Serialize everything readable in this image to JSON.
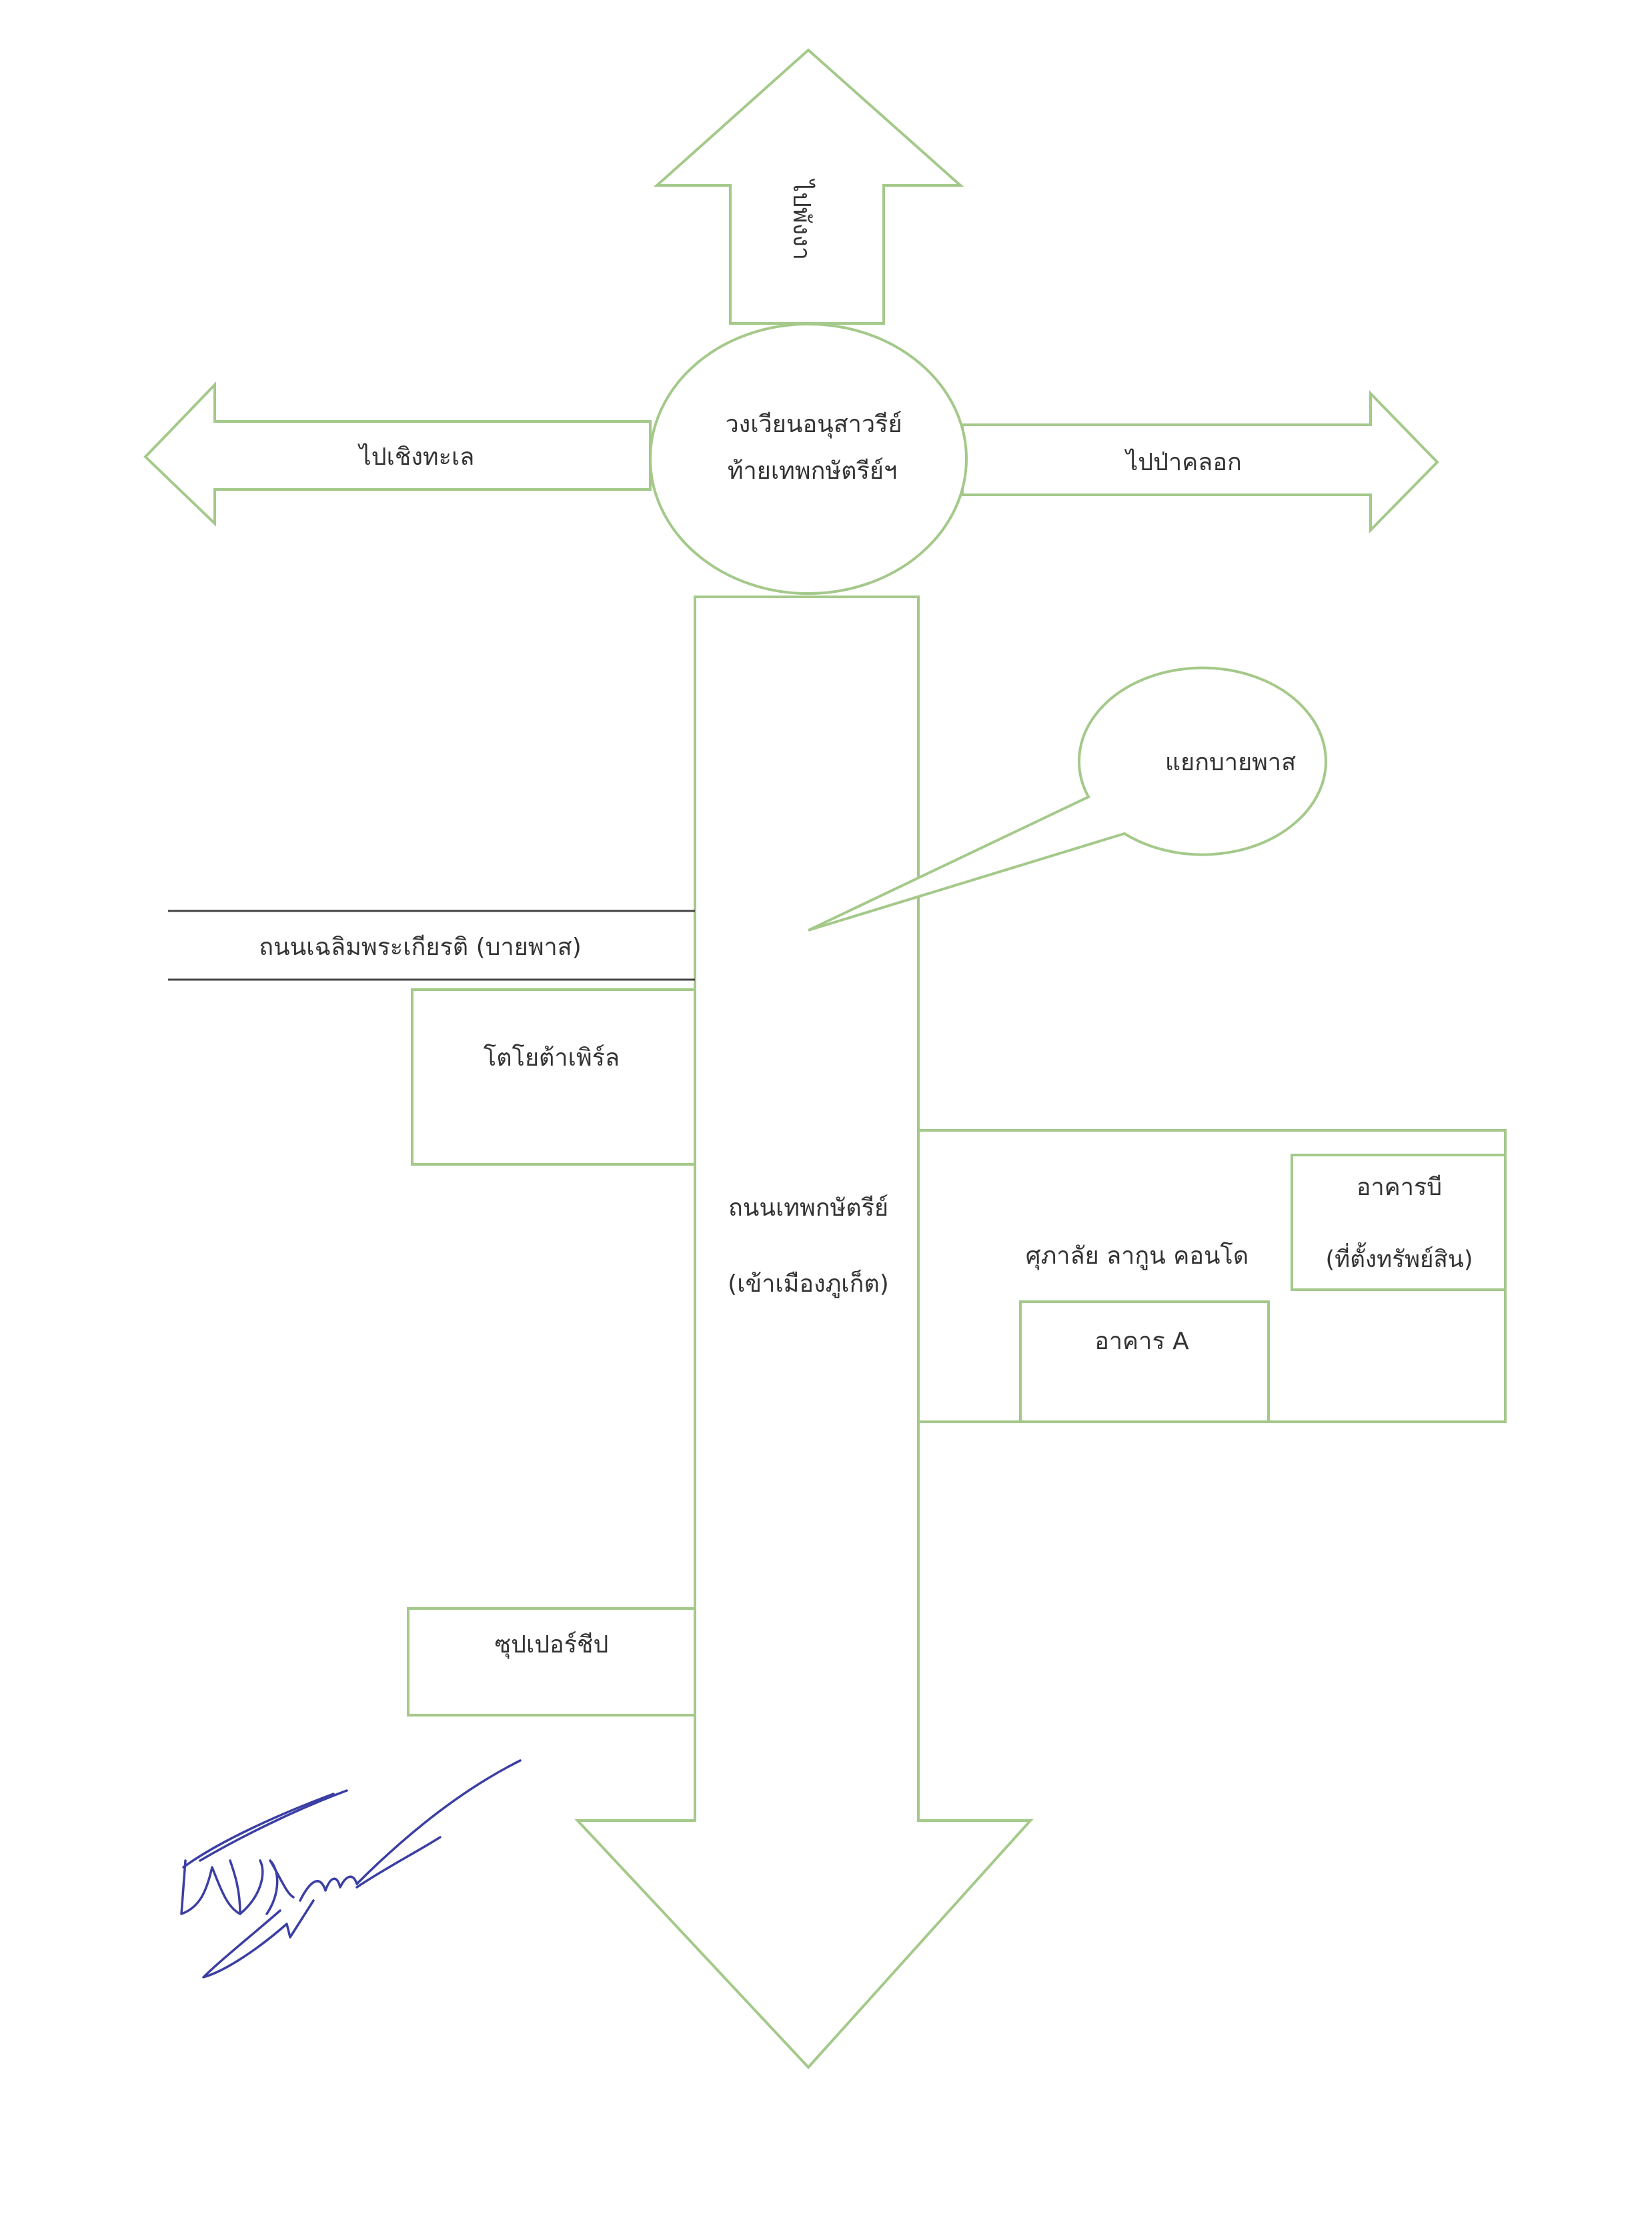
{
  "colors": {
    "outline": "#a4c98a",
    "road_line": "#444444",
    "text": "#333333",
    "signature": "#3b3fa3"
  },
  "labels": {
    "to_phangnga": "ไปพังงา",
    "to_choeng_thale": "ไปเชิงทะเล",
    "to_pa_khlok": "ไปป่าคลอก",
    "roundabout_line1": "วงเวียนอนุสาวรีย์",
    "roundabout_line2": "ท้ายเทพกษัตรีย์ฯ",
    "bypass_junction": "แยกบายพาส",
    "chalerm_road": "ถนนเฉลิมพระเกียรติ (บายพาส)",
    "toyota": "โตโยต้าเพิร์ล",
    "main_road_line1": "ถนนเทพกษัตรีย์",
    "main_road_line2": "(เข้าเมืองภูเก็ต)",
    "condo": "ศุภาลัย ลากูน คอนโด",
    "building_b_line1": "อาคารบี",
    "building_b_line2": "(ที่ตั้งทรัพย์สิน)",
    "building_a": "อาคาร A",
    "supercheap": "ซุปเปอร์ชีป"
  }
}
